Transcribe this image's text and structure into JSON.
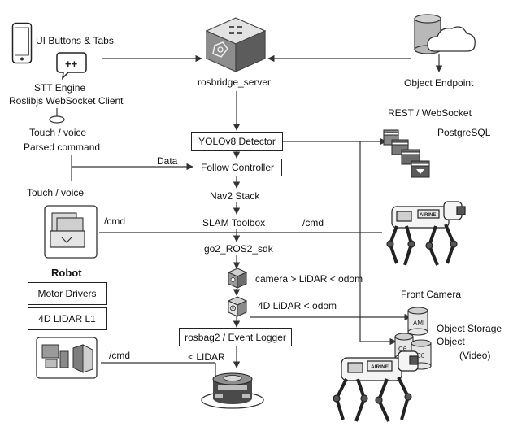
{
  "colors": {
    "line": "#333333",
    "ink": "#111111",
    "gray": "#9a9a9a",
    "dark": "#3a3a3a",
    "light": "#d9d9d9"
  },
  "labels": {
    "ui_buttons": "UI Buttons & Tabs",
    "stt_engine": "STT Engine",
    "roslibjs": "Roslibjs WebSocket Client",
    "touch_voice_1": "Touch / voice",
    "parsed_command": "Parsed command",
    "data": "Data",
    "touch_voice_2": "Touch / voice",
    "cmd_1": "/cmd",
    "cmd_2": "/cmd",
    "cmd_3": "/cmd",
    "robot": "Robot",
    "rosbridge": "rosbridge_server",
    "object_endpoint": "Object Endpoint",
    "rest_ws": "REST / WebSocket",
    "postgresql": "PostgreSQL",
    "nav2": "Nav2 Stack",
    "slam": "SLAM Toolbox",
    "go2_sdk": "go2_ROS2_sdk",
    "camera_lidar": "camera > LiDAR < odom",
    "lidar_odom": "4D LiDAR < odom",
    "lt_lidar": "< LIDAR",
    "front_camera": "Front Camera",
    "object_storage": "Object Storage",
    "object": "Object",
    "video": "(Video)"
  },
  "boxes": {
    "yolo": "YOLOv8 Detector",
    "follow": "Follow Controller",
    "rosbag": "rosbag2 / Event Logger",
    "motor": "Motor Drivers",
    "lidar_l1": "4D LIDAR L1"
  },
  "icons": {
    "phone": "smartphone-icon",
    "chat": "chat-bubble-icon",
    "cube": "server-cube-icon",
    "cloud": "cloud-database-icon",
    "stack": "database-stack-icon",
    "dog": "robot-dog-icon"
  },
  "cylinder_text": {
    "ami": "AMI",
    "c1": "C6",
    "c2": "C6"
  },
  "dog_logo": "AIRINE"
}
